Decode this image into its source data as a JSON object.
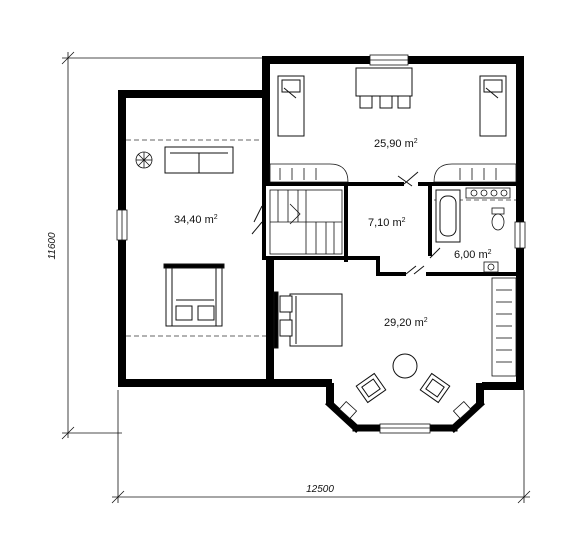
{
  "plan": {
    "rooms": [
      {
        "id": "attic-left",
        "area": "34,40 m",
        "exp": "2"
      },
      {
        "id": "bedroom-top",
        "area": "25,90 m",
        "exp": "2"
      },
      {
        "id": "hall",
        "area": "7,10 m",
        "exp": "2"
      },
      {
        "id": "bath",
        "area": "6,00 m",
        "exp": "2"
      },
      {
        "id": "bedroom-bottom",
        "area": "29,20 m",
        "exp": "2"
      }
    ],
    "dimensions": {
      "width": "12500",
      "height": "11600"
    },
    "colors": {
      "wall": "#000000",
      "line": "#111111",
      "background": "#ffffff"
    }
  }
}
